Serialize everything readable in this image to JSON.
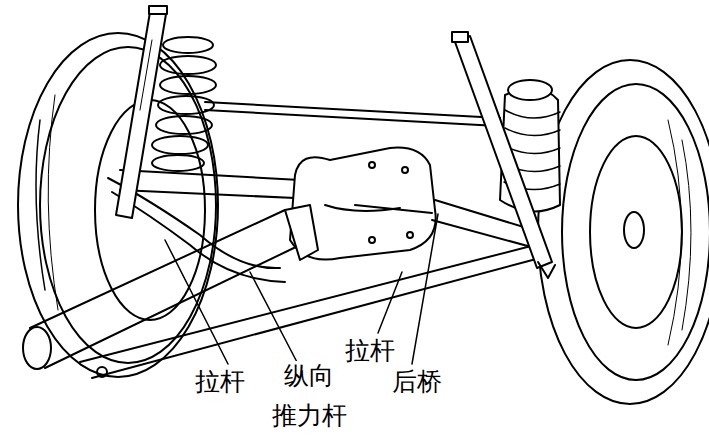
{
  "diagram": {
    "labels": [
      "拉杆",
      "纵向 推力杆",
      "拉杆",
      "后桥"
    ]
  }
}
